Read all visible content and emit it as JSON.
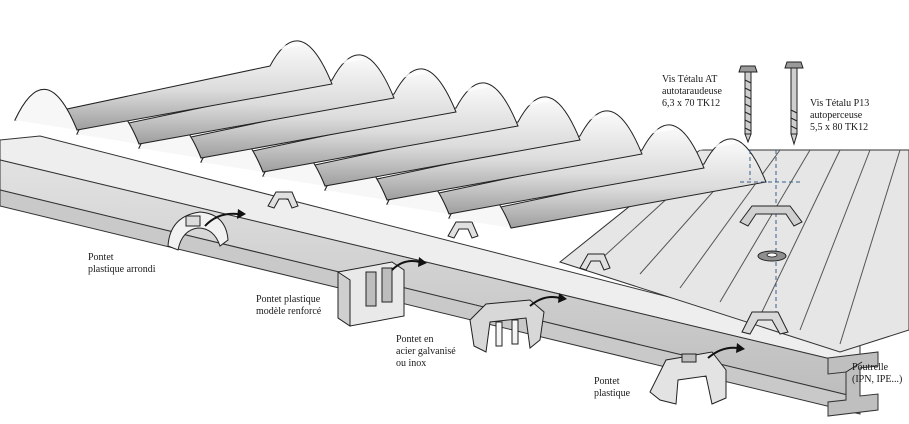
{
  "labels": {
    "pontet_arrondi": [
      "Pontet",
      "plastique arrondi"
    ],
    "pontet_renforce": [
      "Pontet plastique",
      "modèle renforcé"
    ],
    "pontet_acier": [
      "Pontet en",
      "acier galvanisé",
      "ou inox"
    ],
    "pontet_plastique": [
      "Pontet",
      "plastique"
    ],
    "vis_at": [
      "Vis Tétalu AT",
      "autotaraudeuse",
      "6,3 x 70 TK12"
    ],
    "vis_p13": [
      "Vis Tétalu P13",
      "autoperceuse",
      "5,5 x 80 TK12"
    ],
    "poutrelle": [
      "Poutrelle",
      "(IPN, IPE...)"
    ]
  },
  "colors": {
    "outline": "#333333",
    "sheet_light": "#f4f4f4",
    "sheet_shade": "#c8c8c8",
    "beam": "#d6d6d6",
    "beam_dark": "#a9a9a9",
    "deck": "#e4e4e4"
  }
}
